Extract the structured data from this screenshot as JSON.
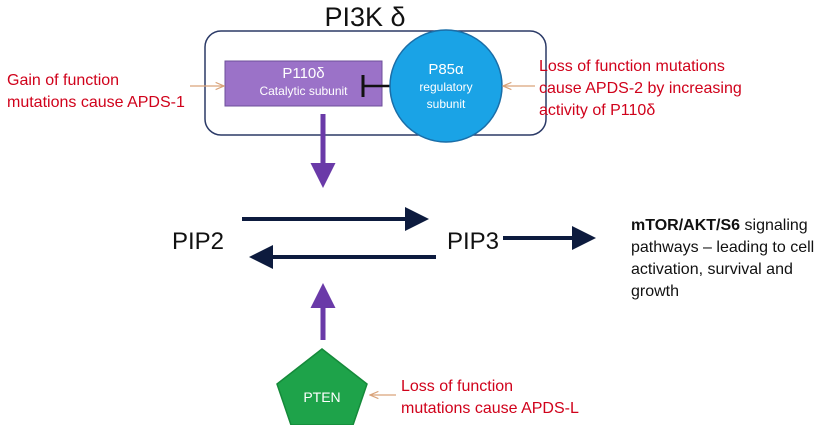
{
  "title": "PI3K δ",
  "p110": {
    "name": "P110δ",
    "sub": "Catalytic subunit",
    "color": "#9b72c8"
  },
  "p85": {
    "name": "P85α",
    "sub1": "regulatory",
    "sub2": "subunit",
    "color": "#1aa3e6"
  },
  "pten": {
    "label": "PTEN",
    "color": "#1ea34a"
  },
  "gain_note": {
    "line1": "Gain of function",
    "line2": "mutations cause APDS-1"
  },
  "loss85_note": {
    "line1": "Loss of function mutations",
    "line2": "cause APDS-2 by increasing",
    "line3": "activity of P110δ"
  },
  "pten_note": {
    "line1": "Loss of function",
    "line2": "mutations cause APDS-L"
  },
  "pip2": "PIP2",
  "pip3": "PIP3",
  "signaling": {
    "bold": "mTOR/AKT/S6",
    "rest1": " signaling",
    "line2": "pathways – leading to cell",
    "line3": "activation, survival and",
    "line4": "growth"
  },
  "colors": {
    "note_red": "#d0021b",
    "arrow_dark": "#0d1b3e",
    "arrow_purple": "#6a3aa8",
    "pointer_tan": "#d9a37a",
    "box_border": "#2b3a67"
  }
}
